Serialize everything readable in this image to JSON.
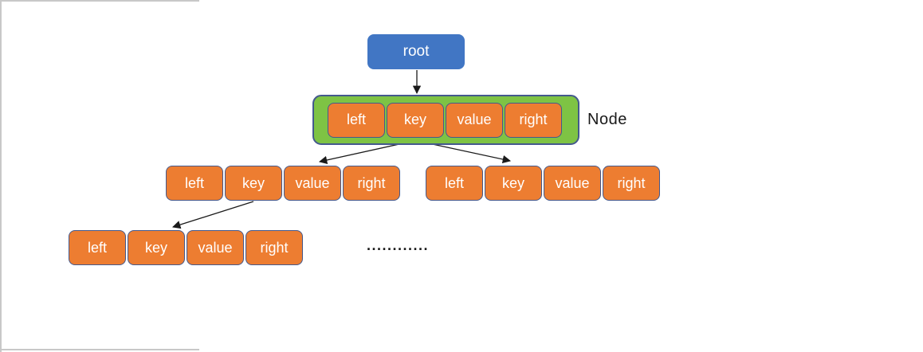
{
  "root": {
    "label": "root"
  },
  "node_annotation": "Node",
  "groups": [
    {
      "id": "node-main",
      "cells": [
        "left",
        "key",
        "value",
        "right"
      ]
    },
    {
      "id": "node-left-child",
      "cells": [
        "left",
        "key",
        "value",
        "right"
      ]
    },
    {
      "id": "node-right-child",
      "cells": [
        "left",
        "key",
        "value",
        "right"
      ]
    },
    {
      "id": "node-grandchild",
      "cells": [
        "left",
        "key",
        "value",
        "right"
      ]
    }
  ],
  "ellipsis": "............",
  "colors": {
    "root_fill": "#4176c4",
    "cell_fill": "#ed7d31",
    "cell_border": "#44598d",
    "container_fill": "#7ec344",
    "container_border": "#44598d",
    "arrow": "#1a1a1a",
    "frame_line": "#c8c8c8",
    "text_on_fill": "#ffffff",
    "label_text": "#1a1a1a"
  }
}
